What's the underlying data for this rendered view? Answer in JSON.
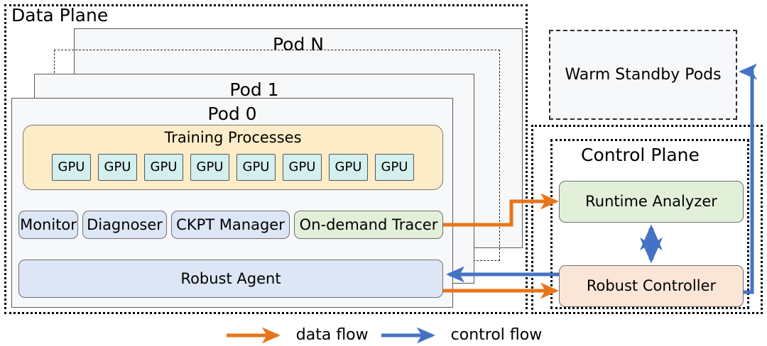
{
  "diagram": {
    "title_data_plane": "Data Plane",
    "title_control_plane": "Control Plane",
    "colors": {
      "data_flow": "#E8751A",
      "control_flow": "#4472C4",
      "training_bg": "#FDECC8",
      "gpu_bg": "#D3EFEE",
      "component_bg": "#DCE6F4",
      "tracer_bg": "#E2EFD9",
      "analyzer_bg": "#E2EFD9",
      "controller_bg": "#FBE5D6",
      "agent_bg": "#DCE6F4",
      "pod_bg": "#F7F8FA",
      "outline": "#5A5A5A"
    }
  },
  "data_plane": {
    "label": "Data Plane",
    "pods": [
      {
        "name": "pod-n",
        "label": "Pod N"
      },
      {
        "name": "pod-dashed",
        "label": ""
      },
      {
        "name": "pod-1",
        "label": "Pod 1"
      },
      {
        "name": "pod-0",
        "label": "Pod 0"
      }
    ],
    "pod0": {
      "training": {
        "label": "Training Processes",
        "gpus": [
          {
            "label": "GPU"
          },
          {
            "label": "GPU"
          },
          {
            "label": "GPU"
          },
          {
            "label": "GPU"
          },
          {
            "label": "GPU"
          },
          {
            "label": "GPU"
          },
          {
            "label": "GPU"
          },
          {
            "label": "GPU"
          }
        ]
      },
      "components": [
        {
          "name": "monitor",
          "label": "Monitor",
          "style": "blue"
        },
        {
          "name": "diagnoser",
          "label": "Diagnoser",
          "style": "blue"
        },
        {
          "name": "ckpt-manager",
          "label": "CKPT Manager",
          "style": "blue"
        },
        {
          "name": "on-demand-tracer",
          "label": "On-demand Tracer",
          "style": "green"
        }
      ],
      "agent": {
        "label": "Robust Agent",
        "style": "blue"
      }
    }
  },
  "standby": {
    "label": "Warm Standby Pods"
  },
  "control_plane": {
    "label": "Control Plane",
    "blocks": [
      {
        "name": "runtime-analyzer",
        "label": "Runtime Analyzer",
        "style": "green"
      },
      {
        "name": "robust-controller",
        "label": "Robust Controller",
        "style": "peach"
      }
    ]
  },
  "legend": {
    "items": [
      {
        "name": "data-flow",
        "label": "data flow",
        "color": "#E8751A"
      },
      {
        "name": "control-flow",
        "label": "control flow",
        "color": "#4472C4"
      }
    ]
  }
}
